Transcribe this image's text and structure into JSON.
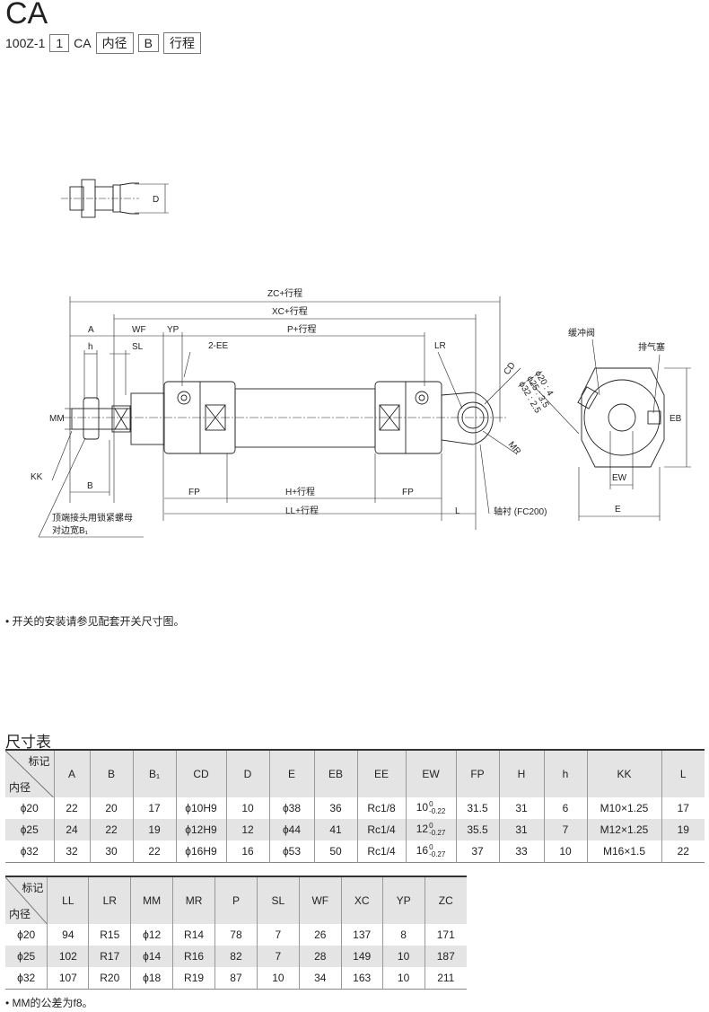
{
  "title": "CA",
  "order_code": {
    "prefix": "100Z-1",
    "box1": "1",
    "mid": "CA",
    "box2": "内径",
    "box3": "B",
    "box4": "行程"
  },
  "drawing": {
    "rod_end_D": "D",
    "dims": {
      "zc": "ZC+行程",
      "xc": "XC+行程",
      "p": "P+行程",
      "a": "A",
      "wf": "WF",
      "yp": "YP",
      "h": "h",
      "sl": "SL",
      "ee": "2-EE",
      "lr": "LR",
      "cd": "CD",
      "mr": "MR",
      "mm": "MM",
      "kk": "KK",
      "b": "B",
      "fp1": "FP",
      "hs": "H+行程",
      "fp2": "FP",
      "ll": "LL+行程",
      "l": "L",
      "bushing": "轴衬 (FC200)",
      "locknut1": "顶端接头用锁紧螺母",
      "locknut2": "对边宽B₁",
      "cushion": "缓冲阀",
      "vent": "排气塞",
      "eb": "EB",
      "ew": "EW",
      "e": "E",
      "angle1": "ϕ20 : 4",
      "angle2": "ϕ25 : 3.5",
      "angle3": "ϕ32 : 2.5"
    }
  },
  "note_switch": "• 开关的安装请参见配套开关尺寸图。",
  "table_title": "尺寸表",
  "corner": {
    "top": "标记",
    "bottom": "内径"
  },
  "table1": {
    "headers": [
      "A",
      "B",
      "B₁",
      "CD",
      "D",
      "E",
      "EB",
      "EE",
      "EW",
      "FP",
      "H",
      "h",
      "KK",
      "L"
    ],
    "rows": [
      {
        "bore": "ϕ20",
        "cells": [
          "22",
          "20",
          "17",
          "ϕ10H9",
          "10",
          "ϕ38",
          "36",
          "Rc1/8",
          {
            "v": "10",
            "up": "0",
            "lo": "-0.22"
          },
          "31.5",
          "31",
          "6",
          "M10×1.25",
          "17"
        ]
      },
      {
        "bore": "ϕ25",
        "cells": [
          "24",
          "22",
          "19",
          "ϕ12H9",
          "12",
          "ϕ44",
          "41",
          "Rc1/4",
          {
            "v": "12",
            "up": "0",
            "lo": "-0.27"
          },
          "35.5",
          "31",
          "7",
          "M12×1.25",
          "19"
        ]
      },
      {
        "bore": "ϕ32",
        "cells": [
          "32",
          "30",
          "22",
          "ϕ16H9",
          "16",
          "ϕ53",
          "50",
          "Rc1/4",
          {
            "v": "16",
            "up": "0",
            "lo": "-0.27"
          },
          "37",
          "33",
          "10",
          "M16×1.5",
          "22"
        ]
      }
    ]
  },
  "table2": {
    "headers": [
      "LL",
      "LR",
      "MM",
      "MR",
      "P",
      "SL",
      "WF",
      "XC",
      "YP",
      "ZC"
    ],
    "rows": [
      {
        "bore": "ϕ20",
        "cells": [
          "94",
          "R15",
          "ϕ12",
          "R14",
          "78",
          "7",
          "26",
          "137",
          "8",
          "171"
        ]
      },
      {
        "bore": "ϕ25",
        "cells": [
          "102",
          "R17",
          "ϕ14",
          "R16",
          "82",
          "7",
          "28",
          "149",
          "10",
          "187"
        ]
      },
      {
        "bore": "ϕ32",
        "cells": [
          "107",
          "R20",
          "ϕ18",
          "R19",
          "87",
          "10",
          "34",
          "163",
          "10",
          "211"
        ]
      }
    ]
  },
  "note_mm": "• MM的公差为f8。"
}
